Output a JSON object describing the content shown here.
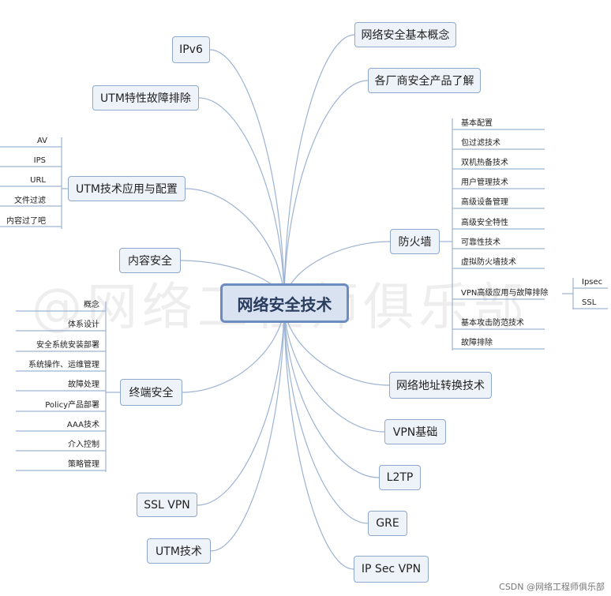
{
  "watermark": "@网络工程师俱乐部",
  "center": "网络安全技术",
  "left": [
    "IPv6",
    "UTM特性故障排除",
    "UTM技术应用与配置",
    "内容安全",
    "终端安全",
    "SSL VPN",
    "UTM技术"
  ],
  "right": [
    "网络安全基本概念",
    "各厂商安全产品了解",
    "防火墙",
    "网络地址转换技术",
    "VPN基础",
    "L2TP",
    "GRE",
    "IP Sec VPN"
  ],
  "utm_config_items": [
    "AV",
    "IPS",
    "URL",
    "文件过滤",
    "内容过了吧"
  ],
  "terminal_items": [
    "概念",
    "体系设计",
    "安全系统安装部署",
    "系统操作、运维管理",
    "故障处理",
    "Policy产品部署",
    "AAA技术",
    "介入控制",
    "策略管理"
  ],
  "firewall_items": [
    "基本配置",
    "包过滤技术",
    "双机热备技术",
    "用户管理技术",
    "高级设备管理",
    "高级安全特性",
    "可靠性技术",
    "虚拟防火墙技术",
    "VPN高级应用与故障排除",
    "基本攻击防范技术",
    "故障排除"
  ],
  "vpn_items": [
    "Ipsec",
    "SSL"
  ],
  "footer": "CSDN @网络工程师俱乐部"
}
